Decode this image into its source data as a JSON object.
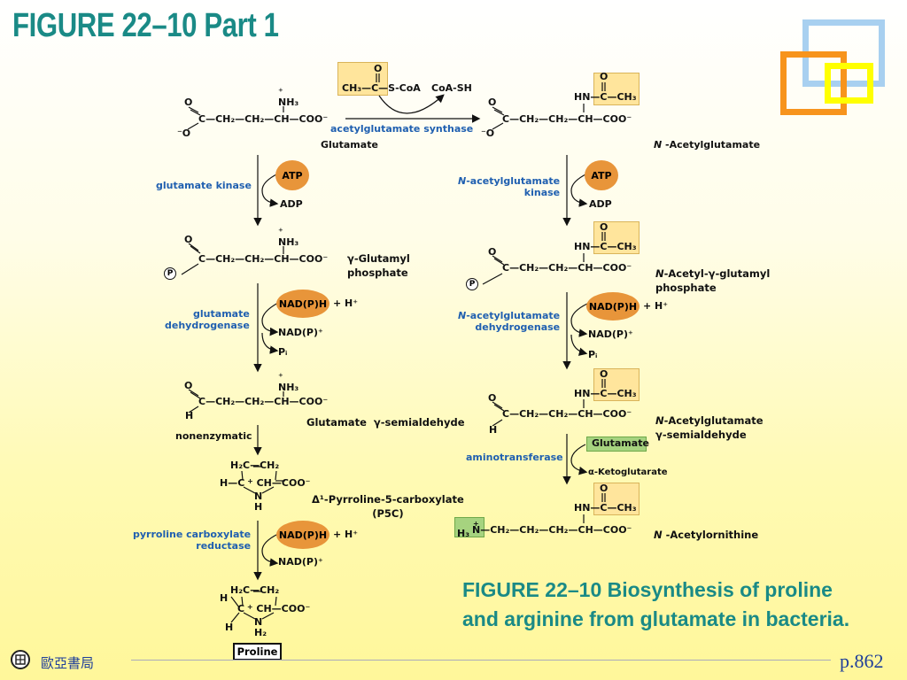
{
  "slide": {
    "title": "FIGURE 22–10 Part 1",
    "caption": "FIGURE 22–10 Biosynthesis of proline and arginine from glutamate in bacteria.",
    "page_number": "p.862",
    "publisher": "歐亞書局"
  },
  "top_reaction": {
    "acetyl_coa": "CH₃—C—S-CoA",
    "coa_sh": "CoA-SH",
    "enzyme": "acetylglutamate synthase"
  },
  "left_pathway": {
    "glutamate_formula": "C—CH₂—CH₂—CH—COO⁻",
    "glutamate_label": "Glutamate",
    "enzyme1": "glutamate kinase",
    "atp": "ATP",
    "adp": "ADP",
    "phosphate_formula": "C—CH₂—CH₂—CH—COO⁻",
    "phosphate_label": "γ-Glutamyl\nphosphate",
    "enzyme2": "glutamate\ndehydrogenase",
    "nadph": "NAD(P)H",
    "h_plus": "+  H⁺",
    "nadp": "NAD(P)⁺",
    "pi": "Pᵢ",
    "semialdehyde_formula": "C—CH₂—CH₂—CH—COO⁻",
    "semialdehyde_label": "Glutamate  γ-semialdehyde",
    "nonenzymatic": "nonenzymatic",
    "p5c_label": "Δ¹-Pyrroline-5-carboxylate\n(P5C)",
    "enzyme3": "pyrroline carboxylate\nreductase",
    "proline_label": "Proline"
  },
  "right_pathway": {
    "acetylglutamate_formula": "C—CH₂—CH₂—CH—COO⁻",
    "acetylglutamate_label": "N-Acetylglutamate",
    "enzyme1": "N-acetylglutamate\nkinase",
    "atp": "ATP",
    "adp": "ADP",
    "phosphate_formula": "C—CH₂—CH₂—CH—COO⁻",
    "phosphate_label": "N-Acetyl-γ-glutamyl\nphosphate",
    "enzyme2": "N-acetylglutamate\ndehydrogenase",
    "nadph": "NAD(P)H",
    "h_plus": "+  H⁺",
    "nadp": "NAD(P)⁺",
    "pi": "Pᵢ",
    "semialdehyde_formula": "C—CH₂—CH₂—CH—COO⁻",
    "semialdehyde_label": "N-Acetylglutamate\nγ-semialdehyde",
    "enzyme3": "aminotransferase",
    "glutamate": "Glutamate",
    "ketoglutarate": "α-Ketoglutarate",
    "ornithine_formula": "N—CH₂—CH₂—CH₂—CH—COO⁻",
    "ornithine_label": "N-Acetylornithine"
  },
  "colors": {
    "title": "#1a8a86",
    "enzyme_text": "#1f5fb0",
    "cofactor_oval": "#e8953a",
    "acetyl_highlight": "#ffe59c",
    "green_highlight": "#a6d37f"
  }
}
